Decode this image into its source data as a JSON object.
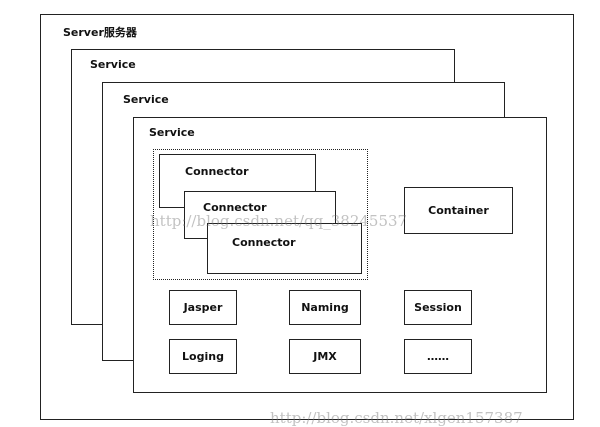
{
  "server": {
    "label": "Server服务器"
  },
  "services": [
    {
      "label": "Service"
    },
    {
      "label": "Service"
    },
    {
      "label": "Service"
    }
  ],
  "connectors": [
    {
      "label": "Connector"
    },
    {
      "label": "Connector"
    },
    {
      "label": "Connector"
    }
  ],
  "container": {
    "label": "Container"
  },
  "components": {
    "jasper": "Jasper",
    "naming": "Naming",
    "session": "Session",
    "loging": "Loging",
    "jmx": "JMX",
    "more": "……"
  },
  "watermarks": {
    "middle": "http://blog.csdn.net/qq_38245537",
    "bottom": "http://blog.csdn.net/xlgen157387"
  }
}
